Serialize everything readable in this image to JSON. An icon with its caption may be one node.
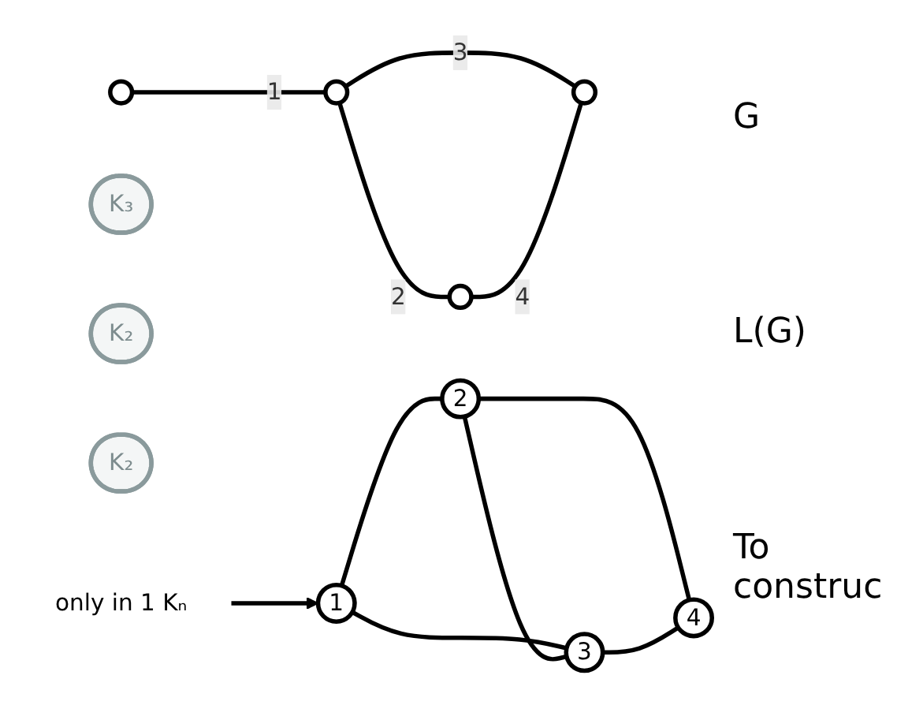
{
  "diagram": {
    "nodes": [
      {
        "text": [],
        "shape": "circle"
      },
      {
        "text": [],
        "shape": "circle"
      },
      {
        "text": [],
        "shape": "circle"
      },
      {
        "text": [],
        "shape": "circle"
      },
      {
        "text": [
          "1"
        ]
      },
      {
        "text": [
          "2"
        ]
      },
      {
        "text": [
          "3"
        ]
      },
      {
        "text": [
          "4"
        ]
      },
      {
        "text": [
          "K₃"
        ]
      },
      {
        "text": [
          "K₂"
        ]
      },
      {
        "text": [
          "K₂"
        ]
      },
      {
        "text": [
          "only in 1 Kₙ"
        ]
      }
    ],
    "edges": [
      {
        "from": 0,
        "to": 1,
        "arrow": "none",
        "label": "1"
      },
      {
        "from": 1,
        "to": 2,
        "arrow": "none",
        "label": "2"
      },
      {
        "from": 1,
        "to": 3,
        "arrow": "none",
        "label": "3"
      },
      {
        "from": 2,
        "to": 3,
        "arrow": "none",
        "label": "4"
      },
      {
        "from": 4,
        "to": 5,
        "arrow": "none"
      },
      {
        "from": 4,
        "to": 6,
        "arrow": "none"
      },
      {
        "from": 5,
        "to": 6,
        "arrow": "none"
      },
      {
        "from": 5,
        "to": 7,
        "arrow": "none"
      },
      {
        "from": 6,
        "to": 7,
        "arrow": "none"
      },
      {
        "from": 11,
        "to": 4,
        "arrow": "to"
      }
    ],
    "labels": [
      "G",
      "L(G)",
      "To construc"
    ]
  }
}
